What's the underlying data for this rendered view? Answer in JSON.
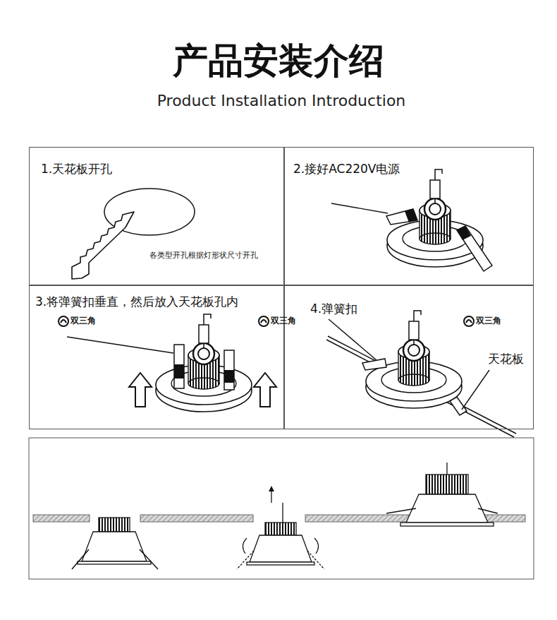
{
  "diagram": {
    "title": "产品安装介绍",
    "nodes": [
      {
        "text": [
          "1.天花板开孔",
          "各类型开孔根据灯形状尺寸开孔"
        ]
      },
      {
        "text": [
          "2.接好AC220V电源"
        ]
      },
      {
        "text": [
          "3.将弹簧扣垂直，然后放入天花板孔内"
        ]
      },
      {
        "text": [
          "4.弹簧扣"
        ]
      }
    ],
    "labels": [
      "Product Installation Introduction",
      "双三角",
      "双三角",
      "双三角",
      "天花板"
    ]
  }
}
